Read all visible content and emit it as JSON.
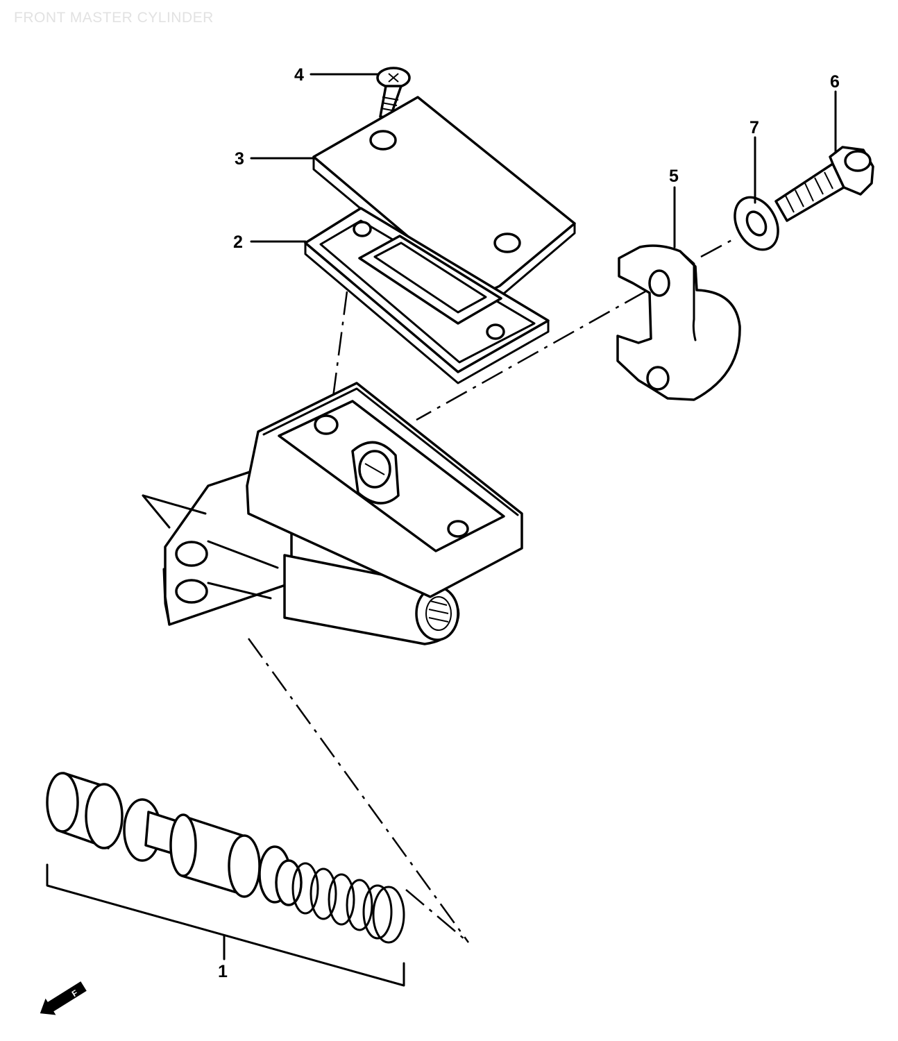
{
  "title": "FRONT MASTER CYLINDER",
  "callouts": [
    {
      "id": "part-1",
      "number": "1"
    },
    {
      "id": "part-2",
      "number": "2"
    },
    {
      "id": "part-3",
      "number": "3"
    },
    {
      "id": "part-4",
      "number": "4"
    },
    {
      "id": "part-5",
      "number": "5"
    },
    {
      "id": "part-6",
      "number": "6"
    },
    {
      "id": "part-7",
      "number": "7"
    }
  ],
  "front_arrow": {
    "label": "F",
    "icon": "front-direction-arrow-icon"
  }
}
